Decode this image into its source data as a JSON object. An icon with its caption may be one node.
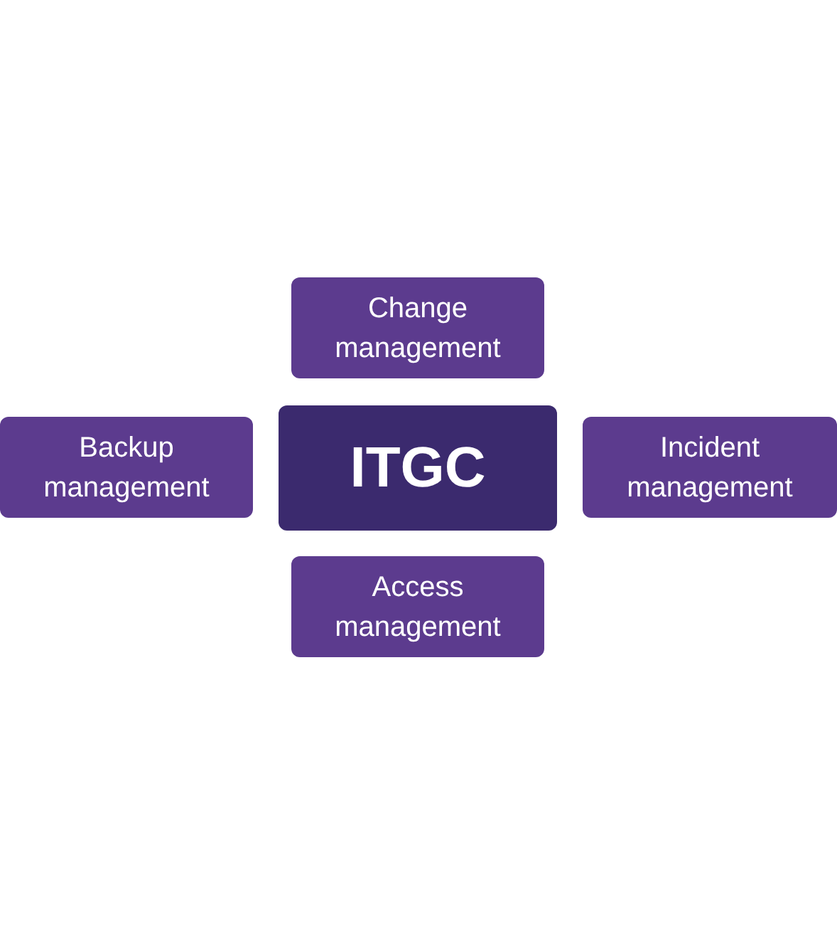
{
  "diagram": {
    "nodes": [
      {
        "text": [
          "Change management"
        ]
      },
      {
        "text": [
          "Backup management"
        ]
      },
      {
        "text": [
          "ITGC"
        ]
      },
      {
        "text": [
          "Incident management"
        ]
      },
      {
        "text": [
          "Access management"
        ]
      }
    ]
  }
}
